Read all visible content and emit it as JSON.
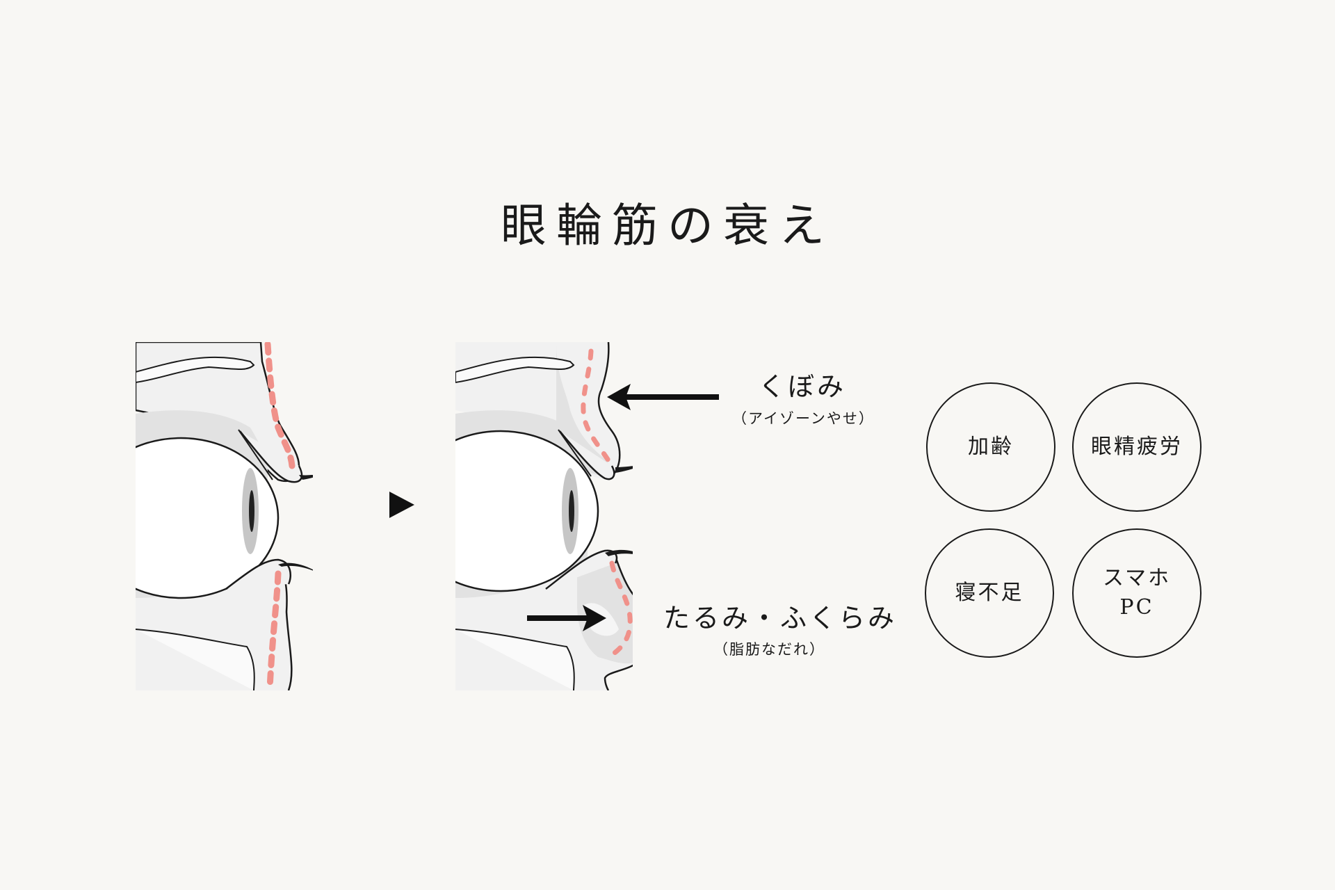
{
  "title": "眼輪筋の衰え",
  "labels": {
    "kubomi": "くぼみ",
    "kubomi_sub": "（アイゾーンやせ）",
    "tarumi": "たるみ・ふくらみ",
    "tarumi_sub": "（脂肪なだれ）"
  },
  "causes": [
    "加齢",
    "眼精疲労",
    "寝不足",
    "スマホ\nPC"
  ],
  "colors": {
    "background": "#f8f7f4",
    "muscle_dash": "#f0918a",
    "tissue_gray": "#e2e2e2",
    "skin_light": "#f2f2f2",
    "iris": "#c6c6c6",
    "ink": "#1a1a1a"
  },
  "icons": [
    "arrow-right-triangle-icon",
    "arrow-left-icon",
    "arrow-right-icon"
  ]
}
